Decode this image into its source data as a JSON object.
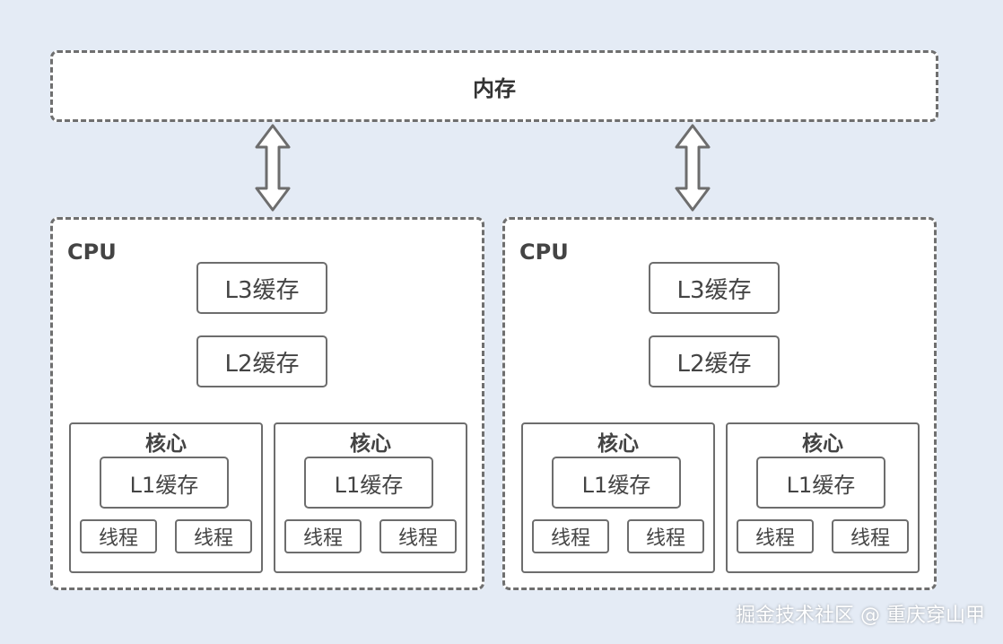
{
  "memory": {
    "label": "内存"
  },
  "cpus": [
    {
      "label": "CPU",
      "l3": "L3缓存",
      "l2": "L2缓存",
      "cores": [
        {
          "label": "核心",
          "l1": "L1缓存",
          "threads": [
            "线程",
            "线程"
          ]
        },
        {
          "label": "核心",
          "l1": "L1缓存",
          "threads": [
            "线程",
            "线程"
          ]
        }
      ]
    },
    {
      "label": "CPU",
      "l3": "L3缓存",
      "l2": "L2缓存",
      "cores": [
        {
          "label": "核心",
          "l1": "L1缓存",
          "threads": [
            "线程",
            "线程"
          ]
        },
        {
          "label": "核心",
          "l1": "L1缓存",
          "threads": [
            "线程",
            "线程"
          ]
        }
      ]
    }
  ],
  "watermark": "掘金技术社区 @ 重庆穿山甲",
  "colors": {
    "background": "#e4ebf5",
    "border": "#6f6f6f",
    "box_fill": "#ffffff"
  },
  "icons": [
    "double-arrow-icon",
    "double-arrow-icon"
  ]
}
